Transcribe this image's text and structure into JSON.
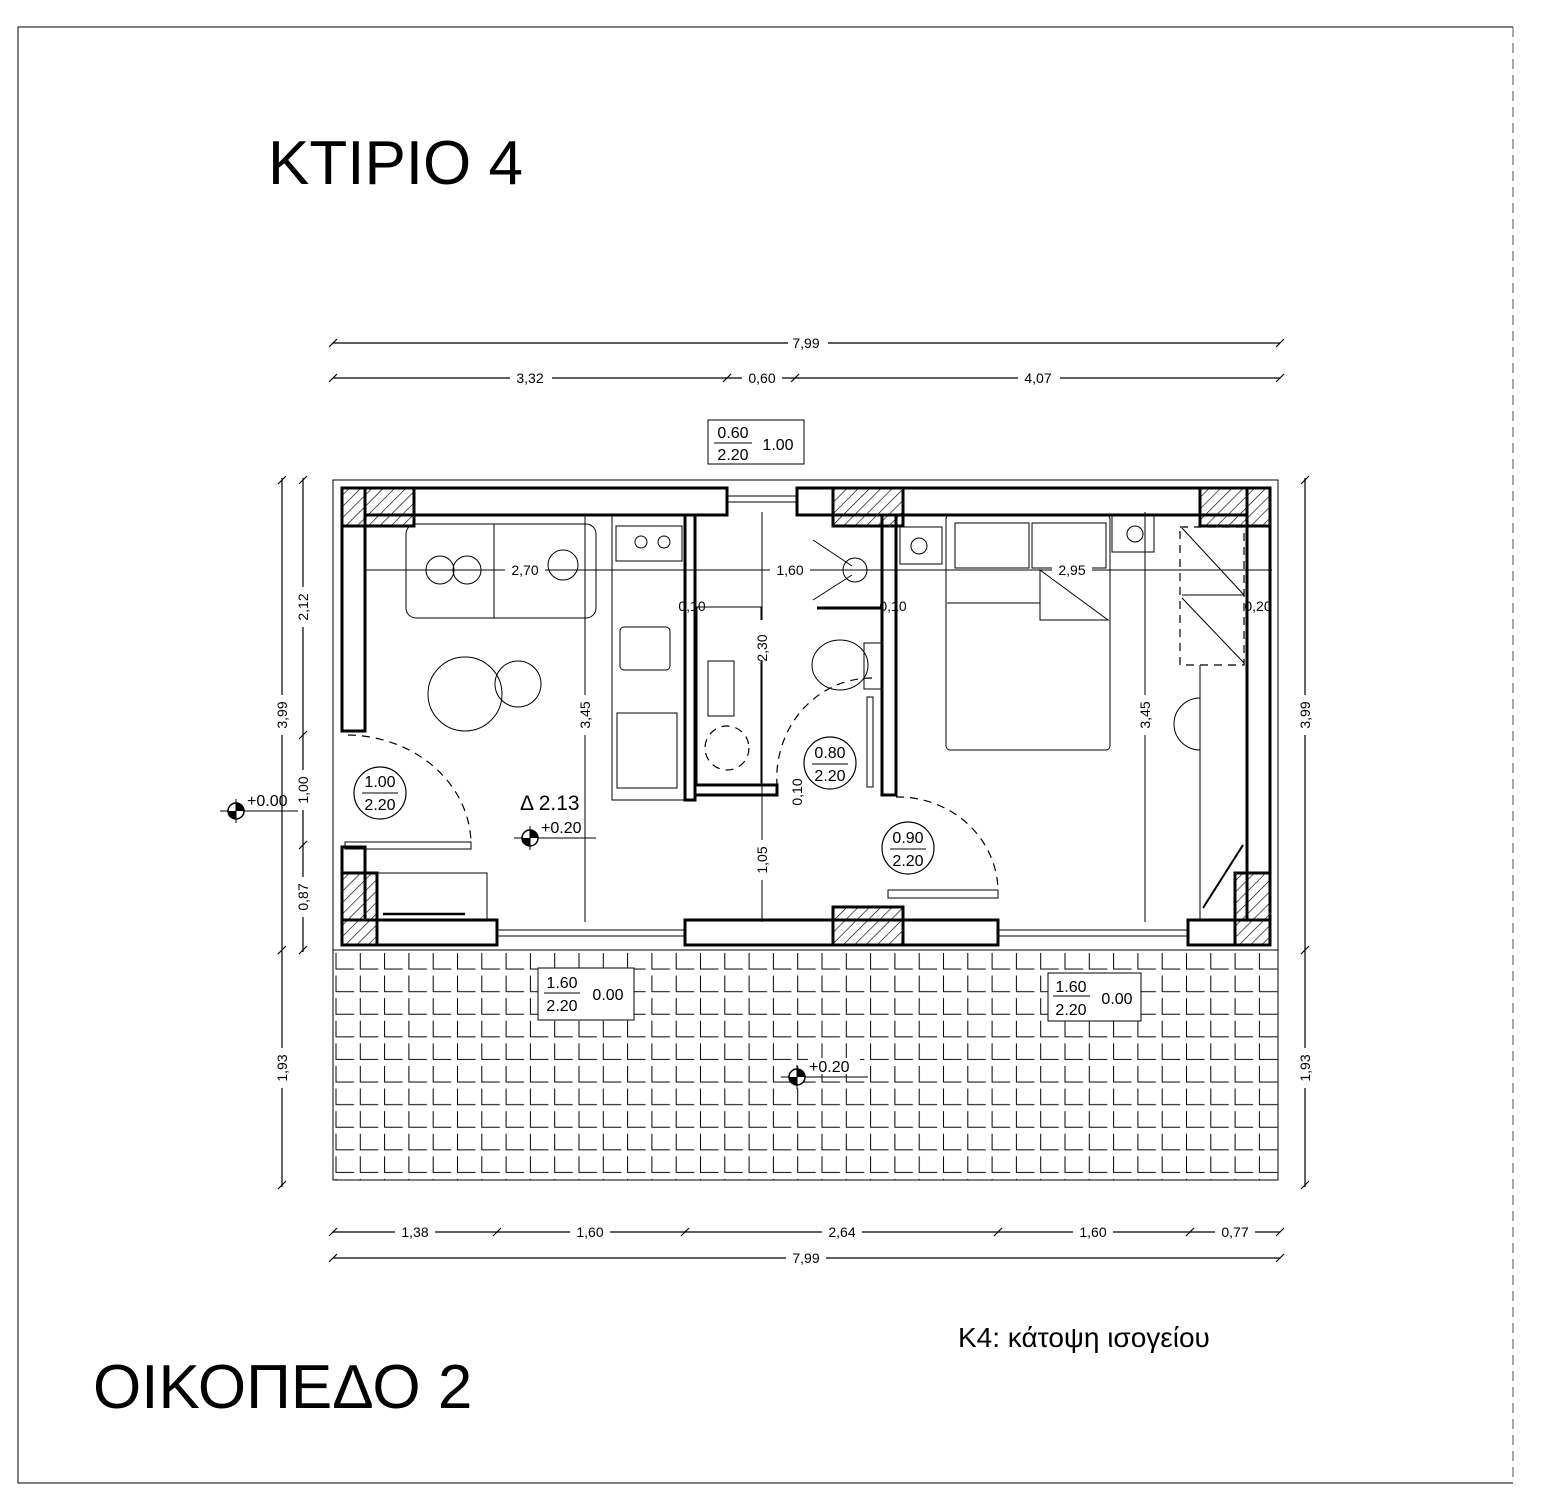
{
  "titles": {
    "building": "ΚΤΙΡΙΟ 4",
    "plot": "ΟΙΚΟΠΕΔΟ 2",
    "caption": "Κ4: κάτοψη ισογείου"
  },
  "dimensions": {
    "top_total": "7,99",
    "top_parts": [
      "3,32",
      "0,60",
      "4,07"
    ],
    "bottom_parts": [
      "1,38",
      "1,60",
      "2,64",
      "1,60",
      "0,77"
    ],
    "bottom_total": "7,99",
    "left_outer": [
      "3,99",
      "1,93"
    ],
    "left_inner": [
      "2,12",
      "1,00",
      "0,87"
    ],
    "right_outer": [
      "3,99",
      "1,93"
    ],
    "interior": {
      "living_width": "2,70",
      "bath_width": "1,60",
      "bedroom_width": "2,95",
      "wall_a": "0,10",
      "wall_b": "0,10",
      "wall_c": "0,20",
      "living_depth": "3,45",
      "bath_depth": "2,30",
      "hall_depth": "1,05",
      "wall_d": "0,10",
      "bedroom_depth": "3,45"
    }
  },
  "openings": {
    "top_window": {
      "width": "0.60",
      "height": "2.20",
      "sill": "1.00"
    },
    "entry_door": {
      "width": "1.00",
      "height": "2.20"
    },
    "bath_door": {
      "width": "0.80",
      "height": "2.20"
    },
    "bedroom_door": {
      "width": "0.90",
      "height": "2.20"
    },
    "living_glazing": {
      "width": "1.60",
      "height": "2.20",
      "sill": "0.00"
    },
    "bedroom_glazing": {
      "width": "1.60",
      "height": "2.20",
      "sill": "0.00"
    }
  },
  "levels": {
    "ground": "+0.00",
    "interior": "+0.20",
    "terrace": "+0.20",
    "area": "Δ 2.13"
  }
}
